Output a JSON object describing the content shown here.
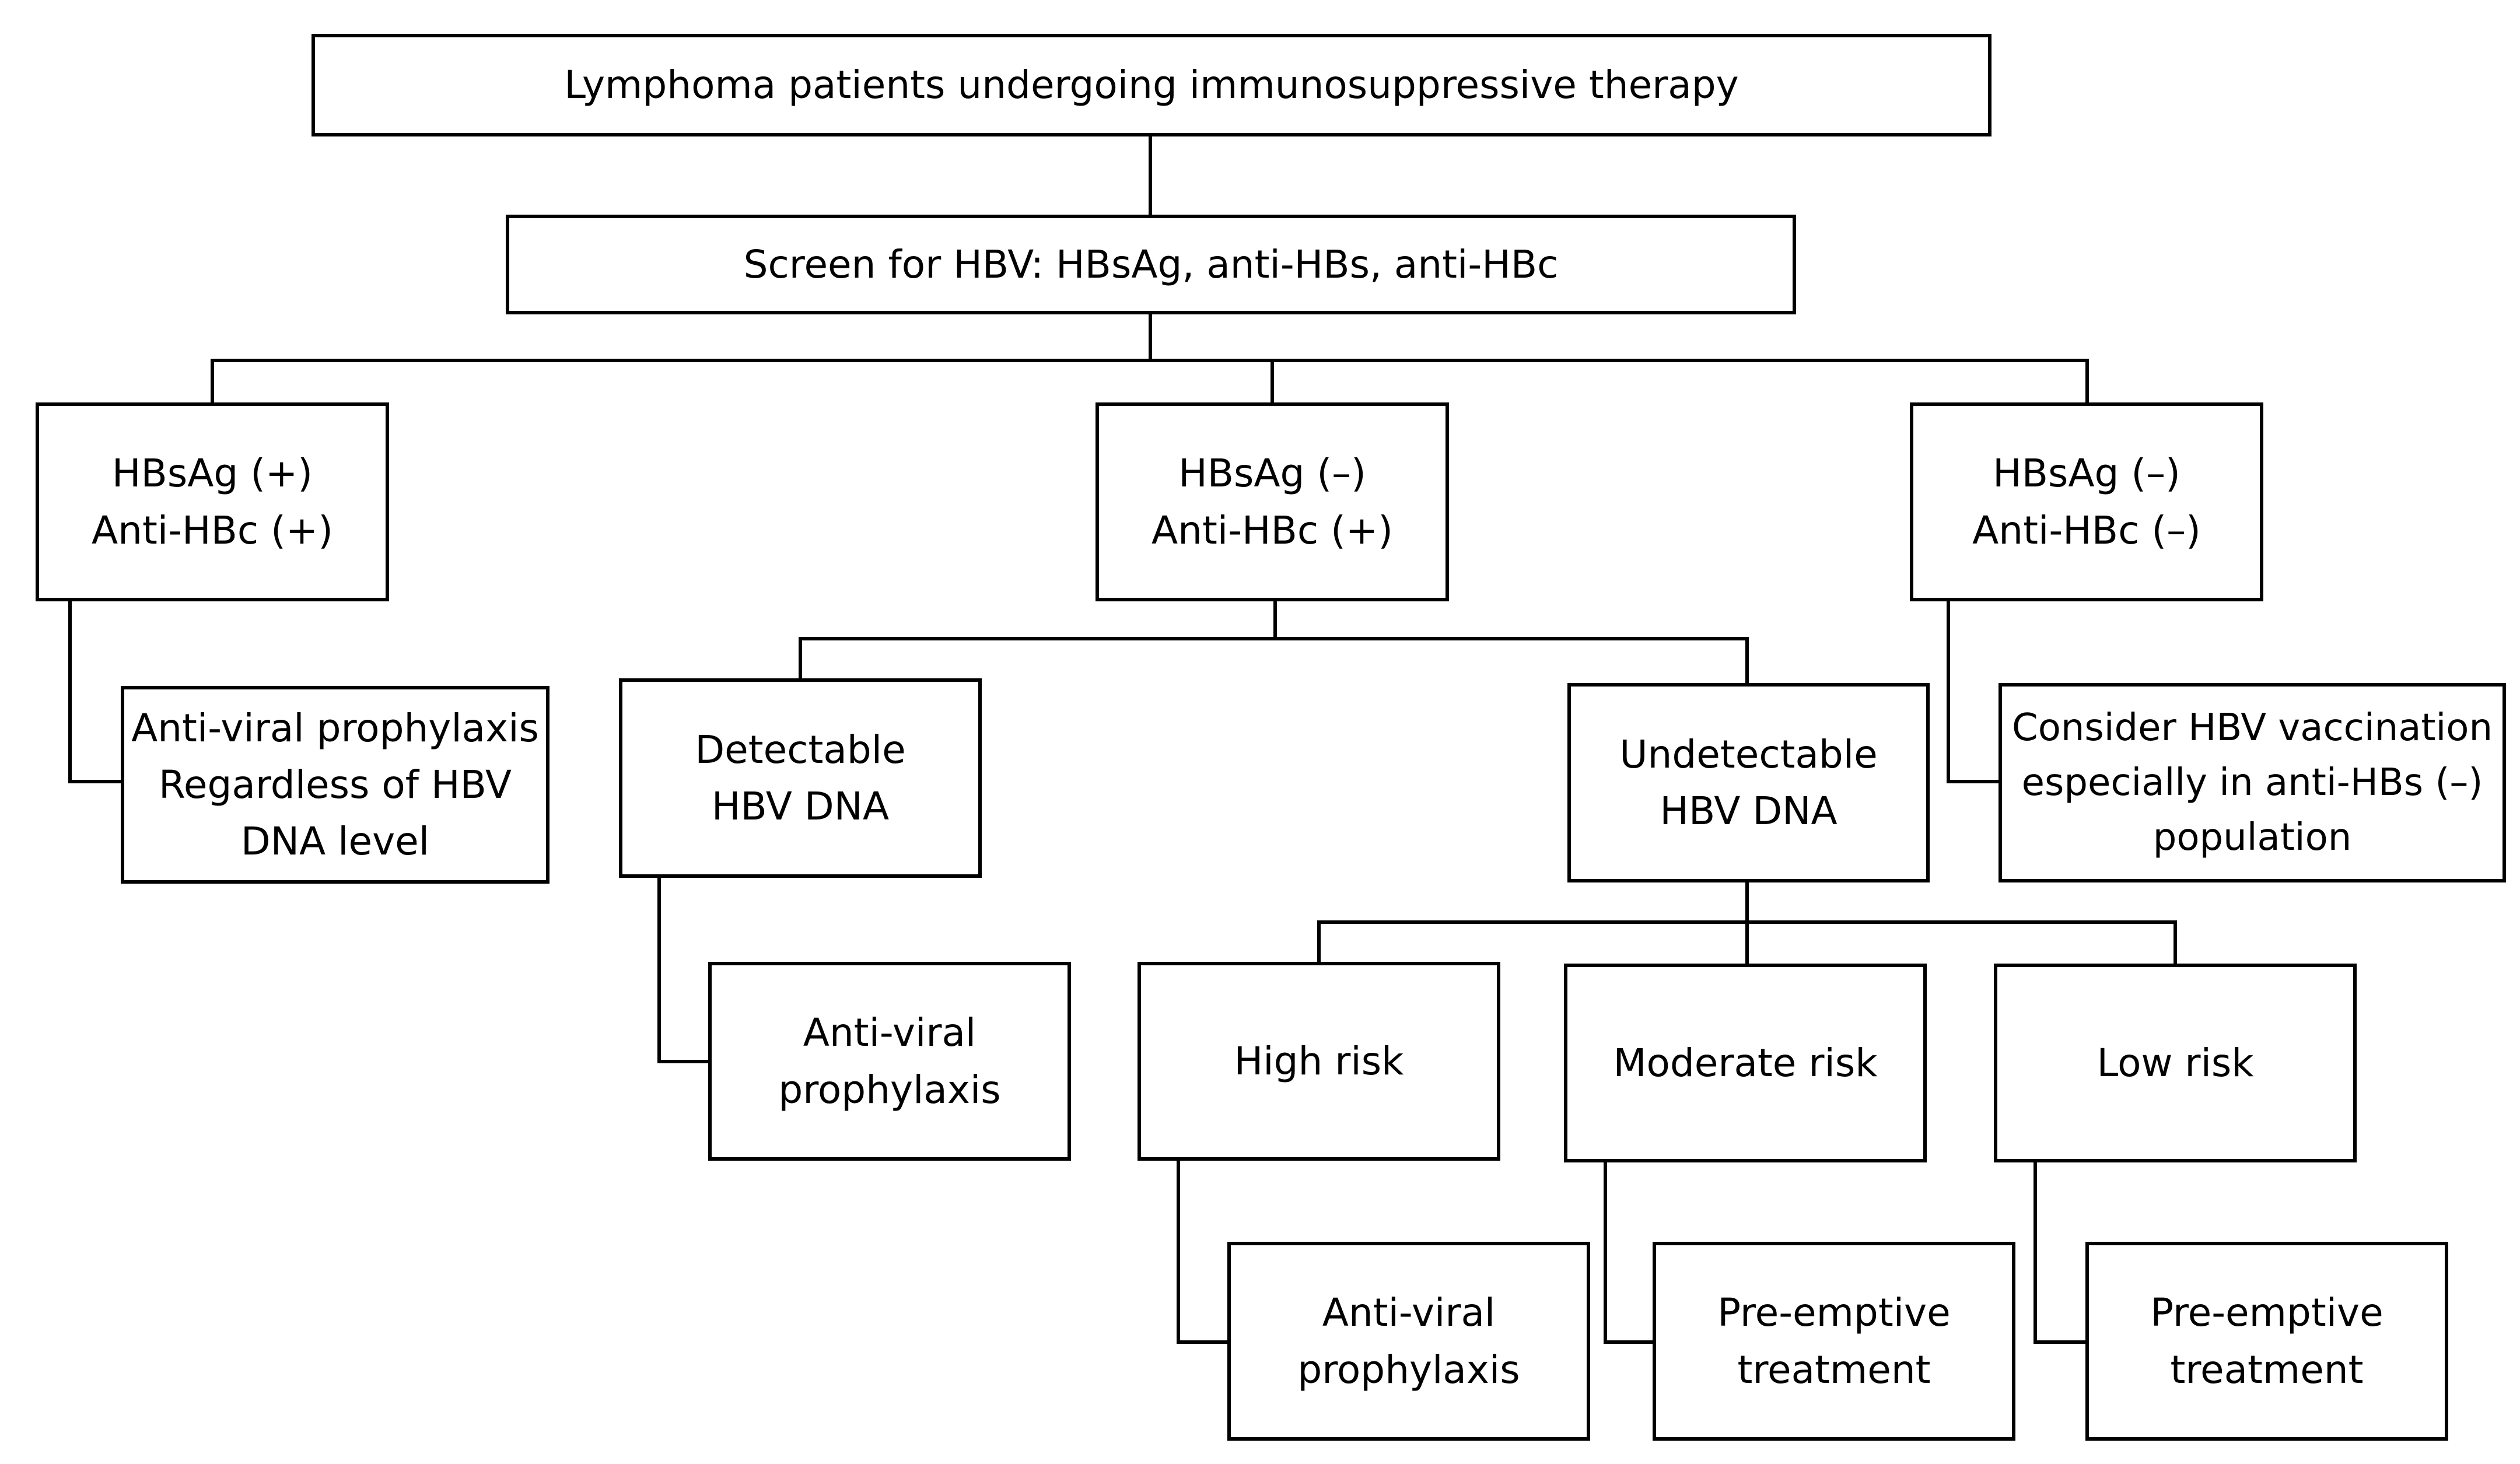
{
  "diagram": {
    "root": "Lymphoma patients undergoing immunosuppressive therapy",
    "screen": "Screen for HBV: HBsAg, anti-HBs, anti-HBc",
    "branches": [
      {
        "label": "HBsAg (+)\nAnti-HBc (+)",
        "outcome": "Anti-viral prophylaxis\nRegardless of HBV\nDNA level"
      },
      {
        "label": "HBsAg (–)\nAnti-HBc (+)",
        "detectable": {
          "label": "Detectable\nHBV DNA",
          "outcome": "Anti-viral\nprophylaxis"
        },
        "undetectable": {
          "label": "Undetectable\nHBV DNA",
          "risks": [
            {
              "label": "High risk",
              "outcome": "Anti-viral\nprophylaxis"
            },
            {
              "label": "Moderate risk",
              "outcome": "Pre-emptive\ntreatment"
            },
            {
              "label": "Low risk",
              "outcome": "Pre-emptive\ntreatment"
            }
          ]
        }
      },
      {
        "label": "HBsAg (–)\nAnti-HBc (–)",
        "outcome": "Consider HBV vaccination\nespecially in anti-HBs (–)\npopulation"
      }
    ]
  }
}
